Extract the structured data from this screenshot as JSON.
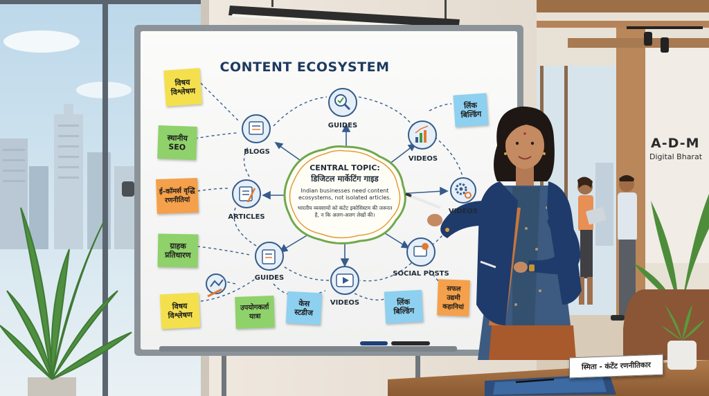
{
  "whiteboard": {
    "title": "CONTENT ECOSYSTEM",
    "central": {
      "heading": "CENTRAL TOPIC:",
      "topic": "डिजिटल मार्केटिंग गाइड",
      "english_line": "Indian businesses need content ecosystems, not isolated articles.",
      "hindi_line": "भारतीय व्यवसायों को कंटेंट इकोसिस्टम की जरूरत है, न कि अलग-अलग लेखों की।"
    },
    "nodes": {
      "guides_top": "GUIDES",
      "blogs": "BLOGS",
      "videos_right": "VIDEOS",
      "articles": "ARTICLES",
      "videos_far_right": "VIDEOS",
      "guides_bottom": "GUIDES",
      "videos_bottom": "VIDEOS",
      "social_posts": "SOCIAL POSTS"
    },
    "stickies": {
      "topic_analysis_top": "विषय विश्लेषण",
      "local_seo": "स्थानीय SEO",
      "ecommerce_growth": "ई-कॉमर्स वृद्धि रणनीतियां",
      "customer_retention": "ग्राहक प्रतिधारण",
      "topic_analysis_bottom": "विषय विश्लेषण",
      "user_journey": "उपयोगकर्ता यात्रा",
      "case_studies": "केस स्टडीज",
      "link_building_bottom": "लिंक बिल्डिंग",
      "success_stories": "सफल उद्यमी कहानियां",
      "link_building_top": "लिंक बिल्डिंग"
    }
  },
  "brand": {
    "name": "A-D-M",
    "tagline": "Digital Bharat"
  },
  "nameplate": {
    "text": "स्मिता - कंटेंट रणनीतिकार"
  },
  "colors": {
    "sticky_yellow": "#f4e04d",
    "sticky_green": "#8fd16a",
    "sticky_orange": "#f5a04a",
    "sticky_blue": "#8ed0ef",
    "blazer_navy": "#1f3b6b",
    "saree_blue": "#3d5a80",
    "accent_orange": "#e2792f"
  }
}
